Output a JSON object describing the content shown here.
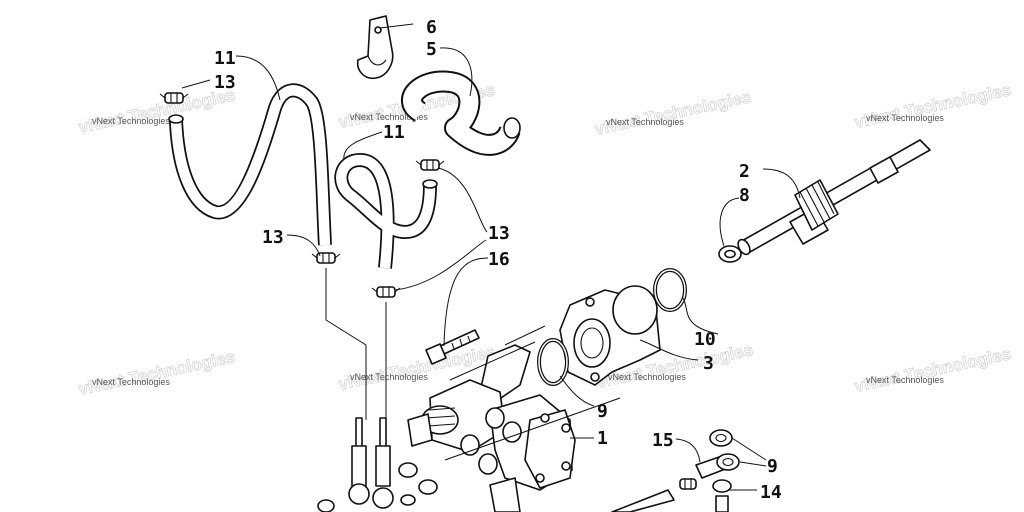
{
  "diagram": {
    "watermark": "vNext Technologies",
    "callouts": [
      {
        "id": "c6a",
        "label": "6"
      },
      {
        "id": "c5",
        "label": "5"
      },
      {
        "id": "c11a",
        "label": "11"
      },
      {
        "id": "c13a",
        "label": "13"
      },
      {
        "id": "c11b",
        "label": "11"
      },
      {
        "id": "c2",
        "label": "2"
      },
      {
        "id": "c8",
        "label": "8"
      },
      {
        "id": "c13b",
        "label": "13"
      },
      {
        "id": "c13c",
        "label": "13"
      },
      {
        "id": "c16",
        "label": "16"
      },
      {
        "id": "c10",
        "label": "10"
      },
      {
        "id": "c3",
        "label": "3"
      },
      {
        "id": "c9a",
        "label": "9"
      },
      {
        "id": "c1",
        "label": "1"
      },
      {
        "id": "c15",
        "label": "15"
      },
      {
        "id": "c9b",
        "label": "9"
      },
      {
        "id": "c14",
        "label": "14"
      }
    ]
  }
}
